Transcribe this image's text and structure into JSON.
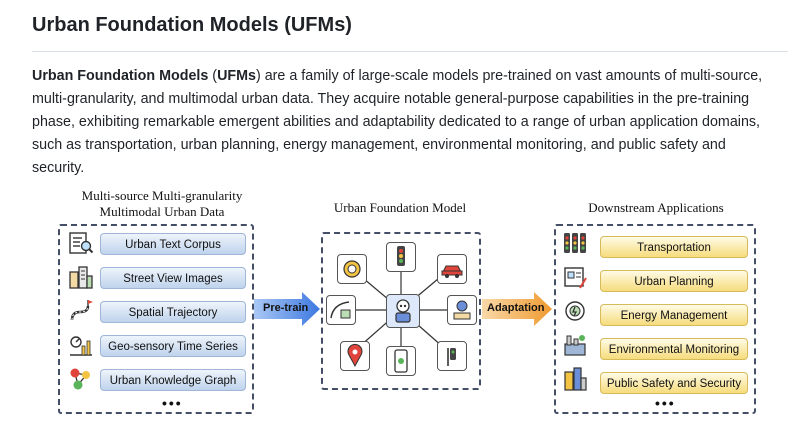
{
  "heading": "Urban Foundation Models (UFMs)",
  "paragraph": {
    "bold_term": "Urban Foundation Models",
    "open": " (",
    "bold_abbr": "UFMs",
    "rest": ") are a family of large-scale models pre-trained on vast amounts of multi-source, multi-granularity, and multimodal urban data. They acquire notable general-purpose capabilities in the pre-training phase, exhibiting remarkable emergent abilities and adaptability dedicated to a range of urban application domains, such as transportation, urban planning, energy management, environmental monitoring, and public safety and security."
  },
  "figure": {
    "left_title_line1": "Multi-source Multi-granularity",
    "left_title_line2": "Multimodal Urban Data",
    "mid_title": "Urban Foundation Model",
    "right_title": "Downstream Applications",
    "data_items": [
      {
        "label": "Urban Text Corpus",
        "icon": "text-document-icon"
      },
      {
        "label": "Street View Images",
        "icon": "buildings-icon"
      },
      {
        "label": "Spatial Trajectory",
        "icon": "trajectory-icon"
      },
      {
        "label": "Geo-sensory Time Series",
        "icon": "sensor-chart-icon"
      },
      {
        "label": "Urban Knowledge Graph",
        "icon": "knowledge-graph-icon"
      }
    ],
    "app_items": [
      {
        "label": "Transportation",
        "icon": "traffic-light-icon"
      },
      {
        "label": "Urban Planning",
        "icon": "blueprint-icon"
      },
      {
        "label": "Energy Management",
        "icon": "energy-icon"
      },
      {
        "label": "Environmental Monitoring",
        "icon": "factory-icon"
      },
      {
        "label": "Public Safety and Security",
        "icon": "city-security-icon"
      }
    ],
    "ellipsis": "•••",
    "pretrain_label": "Pre-train",
    "adaptation_label": "Adaptation",
    "colors": {
      "pretrain_arrow": "#4f86e8",
      "adaptation_arrow": "#f0a040",
      "box_border": "#444e66",
      "blue_pill": "#cddcf0",
      "gold_pill": "#f6dc7c"
    }
  }
}
